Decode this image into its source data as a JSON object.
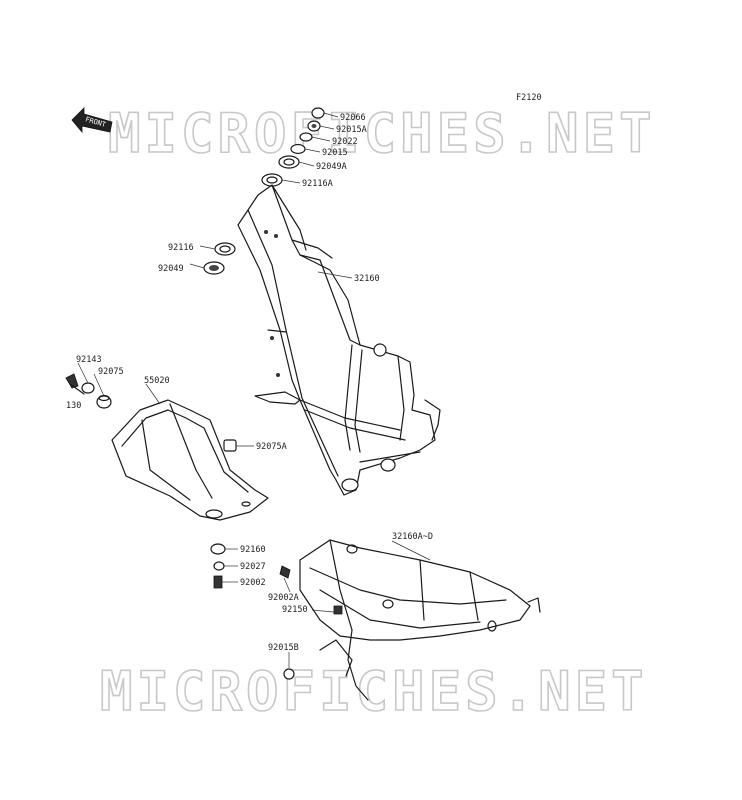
{
  "figure_code": "F2120",
  "front_arrow_label": "FRONT",
  "watermark_text": "MICROFICHES.NET",
  "parts": [
    {
      "id": "p92066",
      "label": "92066"
    },
    {
      "id": "p92015A",
      "label": "92015A"
    },
    {
      "id": "p92022",
      "label": "92022"
    },
    {
      "id": "p92015",
      "label": "92015"
    },
    {
      "id": "p92049A",
      "label": "92049A"
    },
    {
      "id": "p92116A",
      "label": "92116A"
    },
    {
      "id": "p92116",
      "label": "92116"
    },
    {
      "id": "p92049",
      "label": "92049"
    },
    {
      "id": "p32160",
      "label": "32160"
    },
    {
      "id": "p92143",
      "label": "92143"
    },
    {
      "id": "p92075",
      "label": "92075"
    },
    {
      "id": "p55020",
      "label": "55020"
    },
    {
      "id": "p130",
      "label": "130"
    },
    {
      "id": "p92075A",
      "label": "92075A"
    },
    {
      "id": "p92160",
      "label": "92160"
    },
    {
      "id": "p92027",
      "label": "92027"
    },
    {
      "id": "p92002",
      "label": "92002"
    },
    {
      "id": "p32160AD",
      "label": "32160A~D"
    },
    {
      "id": "p92002A",
      "label": "92002A"
    },
    {
      "id": "p92150",
      "label": "92150"
    },
    {
      "id": "p92015B",
      "label": "92015B"
    }
  ]
}
